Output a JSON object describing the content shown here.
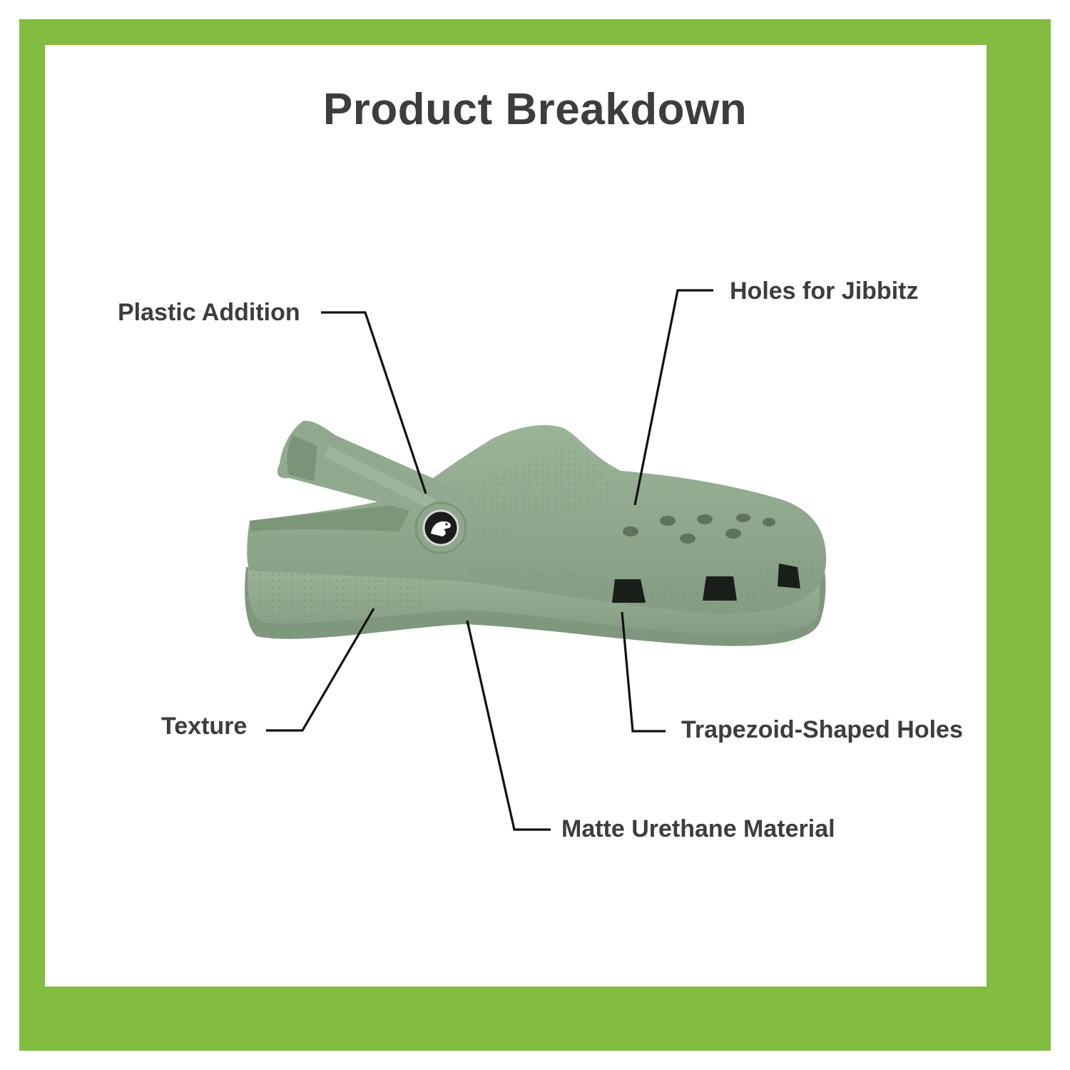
{
  "title": "Product Breakdown",
  "labels": {
    "plastic_addition": "Plastic Addition",
    "holes_for_jibbitz": "Holes for Jibbitz",
    "texture": "Texture",
    "trapezoid_holes": "Trapezoid-Shaped Holes",
    "matte_material": "Matte Urethane Material"
  },
  "colors": {
    "border": "#82bc41",
    "text": "#3d3d3d",
    "clog": "#8ea88c",
    "leader": "#111111"
  },
  "icons": [
    "crocs-logo-icon"
  ]
}
